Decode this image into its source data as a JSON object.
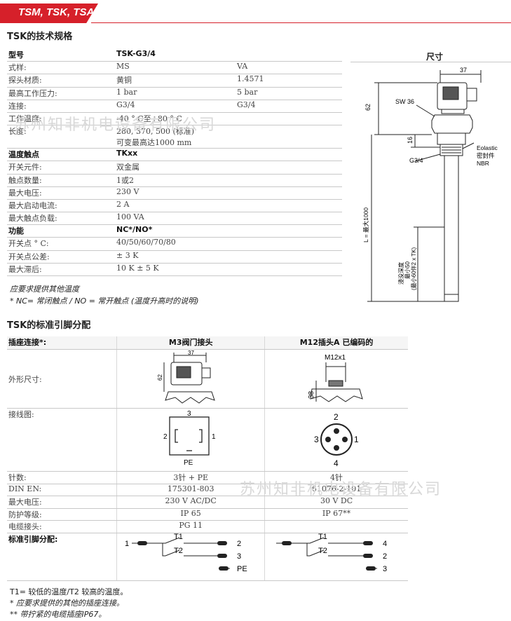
{
  "banner": {
    "title": "TSM, TSK, TSA"
  },
  "spec_section": {
    "title": "TSK的技术规格"
  },
  "spec_table": {
    "rows": [
      {
        "kind": "hd",
        "c1": "型号",
        "c2": "TSK-G3/4",
        "c3": ""
      },
      {
        "kind": "row",
        "c1": "式样:",
        "c2": "MS",
        "c3": "VA"
      },
      {
        "kind": "row",
        "c1": "探头材质:",
        "c2": "黄铜",
        "c3": "1.4571"
      },
      {
        "kind": "row",
        "c1": "最高工作压力:",
        "c2": "1 bar",
        "c3": "5 bar"
      },
      {
        "kind": "row",
        "c1": "连接:",
        "c2": "G3/4",
        "c3": "G3/4"
      },
      {
        "kind": "row",
        "c1": "工作温度:",
        "c2": "-40 ° C至+80 ° C",
        "c3": ""
      },
      {
        "kind": "row2",
        "c1": "长度:",
        "c2": "280, 370, 500 (标准)",
        "c2b": "可变最高达1000 mm",
        "c3": ""
      },
      {
        "kind": "hd",
        "c1": "温度触点",
        "c2": "TKxx",
        "c3": ""
      },
      {
        "kind": "row",
        "c1": "开关元件:",
        "c2": "双金属",
        "c3": ""
      },
      {
        "kind": "row",
        "c1": "触点数量:",
        "c2": "1或2",
        "c3": ""
      },
      {
        "kind": "row",
        "c1": "最大电压:",
        "c2": "230 V",
        "c3": ""
      },
      {
        "kind": "row",
        "c1": "最大启动电流:",
        "c2": "2 A",
        "c3": ""
      },
      {
        "kind": "row",
        "c1": "最大触点负载:",
        "c2": "100 VA",
        "c3": ""
      },
      {
        "kind": "hd",
        "c1": "功能",
        "c2": "NC*/NO*",
        "c3": ""
      },
      {
        "kind": "row",
        "c1": "开关点 ° C:",
        "c2": "40/50/60/70/80",
        "c3": ""
      },
      {
        "kind": "row",
        "c1": "开关点公差:",
        "c2": "± 3 K",
        "c3": ""
      },
      {
        "kind": "row",
        "c1": "最大滞后:",
        "c2": "10 K ± 5 K",
        "c3": ""
      }
    ]
  },
  "spec_notes": [
    "应要求提供其他温度",
    "* NC= 常闭触点 / NO = 常开触点 (温度升高时的说明)"
  ],
  "dimension": {
    "title": "尺寸",
    "labels": {
      "w37": "37",
      "h62": "62",
      "sw": "SW 36",
      "h16": "16",
      "g34": "G3/4",
      "seal1": "Eolastic",
      "seal2": "密封件",
      "seal3": "NBR",
      "len": "L = 最大1000",
      "imm1": "浸没深度",
      "imm2": "最小50",
      "imm3": "(最小60伴2 x TK)"
    }
  },
  "watermarks": [
    "苏州知非机电设备有限公司",
    "苏州知非机电设备有限公司"
  ],
  "pins_section": {
    "title": "TSK的标准引脚分配"
  },
  "pins_table": {
    "header": {
      "l": "插座连接*:",
      "m": "M3阀门接头",
      "r": "M12插头A 已编码的"
    },
    "shape_label": "外形尺寸:",
    "wiring_label": "接线图:",
    "rows": [
      {
        "l": "针数:",
        "m": "3针 + PE",
        "r": "4针"
      },
      {
        "l": "DIN EN:",
        "m": "175301-803",
        "r": "61076-2-101"
      },
      {
        "l": "最大电压:",
        "m": "230 V AC/DC",
        "r": "30 V DC"
      },
      {
        "l": "防护等级:",
        "m": "IP 65",
        "r": "IP 67**"
      },
      {
        "l": "电缆接头:",
        "m": "PG 11",
        "r": ""
      }
    ],
    "assign_label": "标准引脚分配:"
  },
  "shape_m3": {
    "w": "37",
    "h": "62"
  },
  "shape_m12": {
    "thread": "M12x1",
    "h": "38"
  },
  "wiring_m3": {
    "n3": "3",
    "n2": "2",
    "n1": "1",
    "pe": "PE"
  },
  "wiring_m12": {
    "n2": "2",
    "n3": "3",
    "n1": "1",
    "n4": "4"
  },
  "assign_m3": {
    "in": "1",
    "t1": "T1",
    "t2": "T2",
    "o1": "2",
    "o2": "3",
    "o3": "PE"
  },
  "assign_m12": {
    "t1": "T1",
    "t2": "T2",
    "o1": "4",
    "o2": "2",
    "o3": "3"
  },
  "footnotes": [
    "T1= 较低的温度/T2 较高的温度。",
    "* 应要求提供的其他的插座连接。",
    "** 带拧紧的电缆插座IP67。"
  ]
}
